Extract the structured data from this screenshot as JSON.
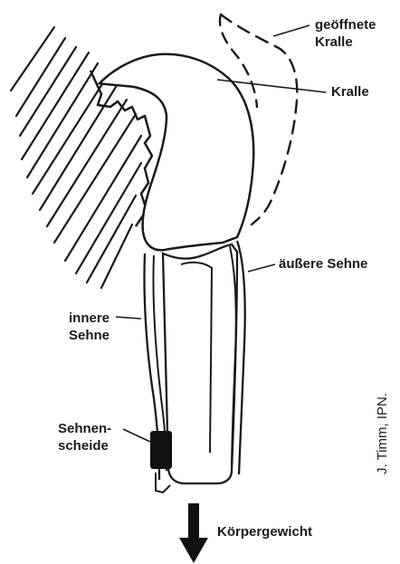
{
  "labels": {
    "opened_claw": "geöffnete\nKralle",
    "claw": "Kralle",
    "outer_tendon": "äußere Sehne",
    "inner_tendon": "innere\nSehne",
    "tendon_sheath": "Sehnen-\nscheide",
    "body_weight": "Körpergewicht"
  },
  "credit": "J. Timm, IPN."
}
